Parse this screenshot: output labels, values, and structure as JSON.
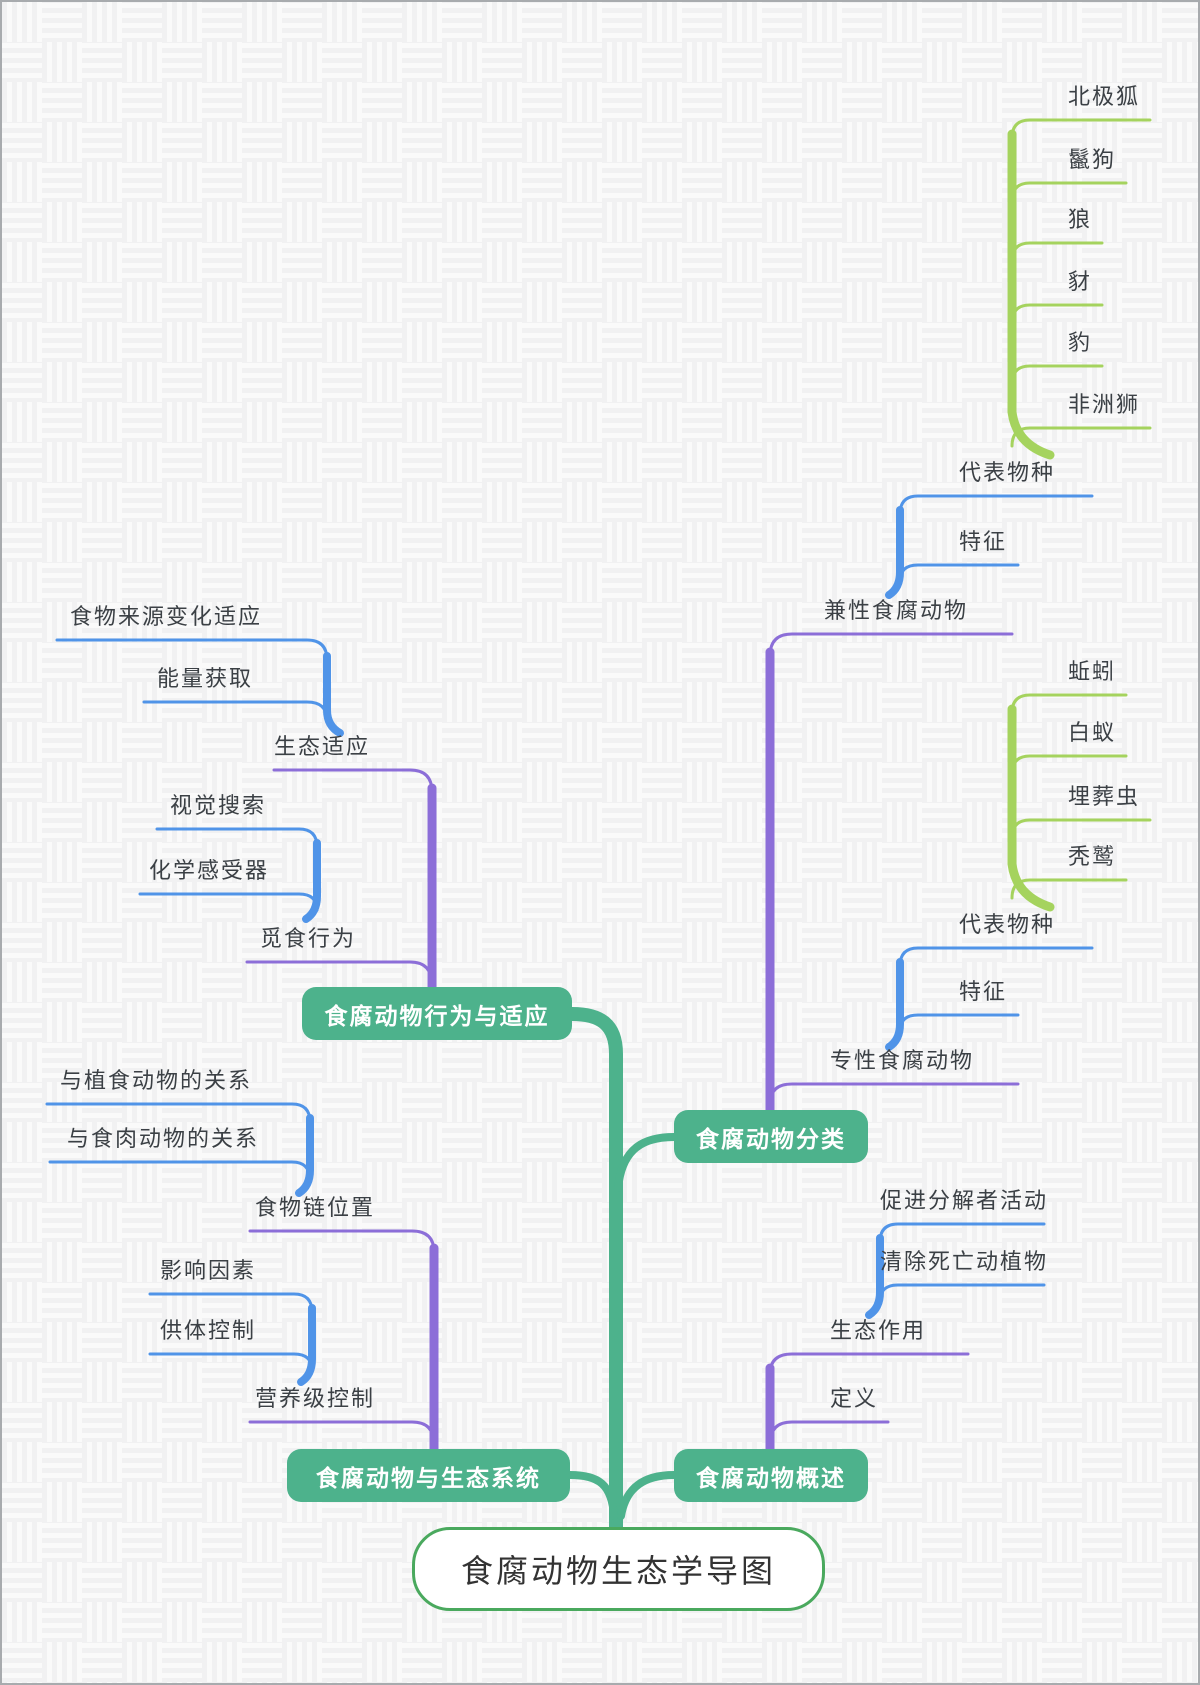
{
  "title": "食腐动物生态学导图",
  "colors": {
    "branch_teal": "#4db28c",
    "branch_purple": "#8c6ed8",
    "branch_blue": "#5094e8",
    "branch_green": "#a5d35e",
    "root_border": "#4aa95e",
    "label_text": "#3b4045",
    "box_text": "#ffffff",
    "canvas_bg": "#fafafa"
  },
  "tree": {
    "label": "食腐动物生态学导图",
    "children": [
      {
        "label": "食腐动物概述",
        "children": [
          {
            "label": "定义"
          },
          {
            "label": "生态作用",
            "children": [
              {
                "label": "清除死亡动植物"
              },
              {
                "label": "促进分解者活动"
              }
            ]
          }
        ]
      },
      {
        "label": "食腐动物分类",
        "children": [
          {
            "label": "专性食腐动物",
            "children": [
              {
                "label": "特征"
              },
              {
                "label": "代表物种",
                "children": [
                  {
                    "label": "秃鹫"
                  },
                  {
                    "label": "埋葬虫"
                  },
                  {
                    "label": "白蚁"
                  },
                  {
                    "label": "蚯蚓"
                  }
                ]
              }
            ]
          },
          {
            "label": "兼性食腐动物",
            "children": [
              {
                "label": "特征"
              },
              {
                "label": "代表物种",
                "children": [
                  {
                    "label": "非洲狮"
                  },
                  {
                    "label": "豹"
                  },
                  {
                    "label": "豺"
                  },
                  {
                    "label": "狼"
                  },
                  {
                    "label": "鬣狗"
                  },
                  {
                    "label": "北极狐"
                  }
                ]
              }
            ]
          }
        ]
      },
      {
        "label": "食腐动物行为与适应",
        "children": [
          {
            "label": "觅食行为",
            "children": [
              {
                "label": "化学感受器"
              },
              {
                "label": "视觉搜索"
              }
            ]
          },
          {
            "label": "生态适应",
            "children": [
              {
                "label": "能量获取"
              },
              {
                "label": "食物来源变化适应"
              }
            ]
          }
        ]
      },
      {
        "label": "食腐动物与生态系统",
        "children": [
          {
            "label": "营养级控制",
            "children": [
              {
                "label": "供体控制"
              },
              {
                "label": "影响因素"
              }
            ]
          },
          {
            "label": "食物链位置",
            "children": [
              {
                "label": "与食肉动物的关系"
              },
              {
                "label": "与植食动物的关系"
              }
            ]
          }
        ]
      }
    ]
  }
}
